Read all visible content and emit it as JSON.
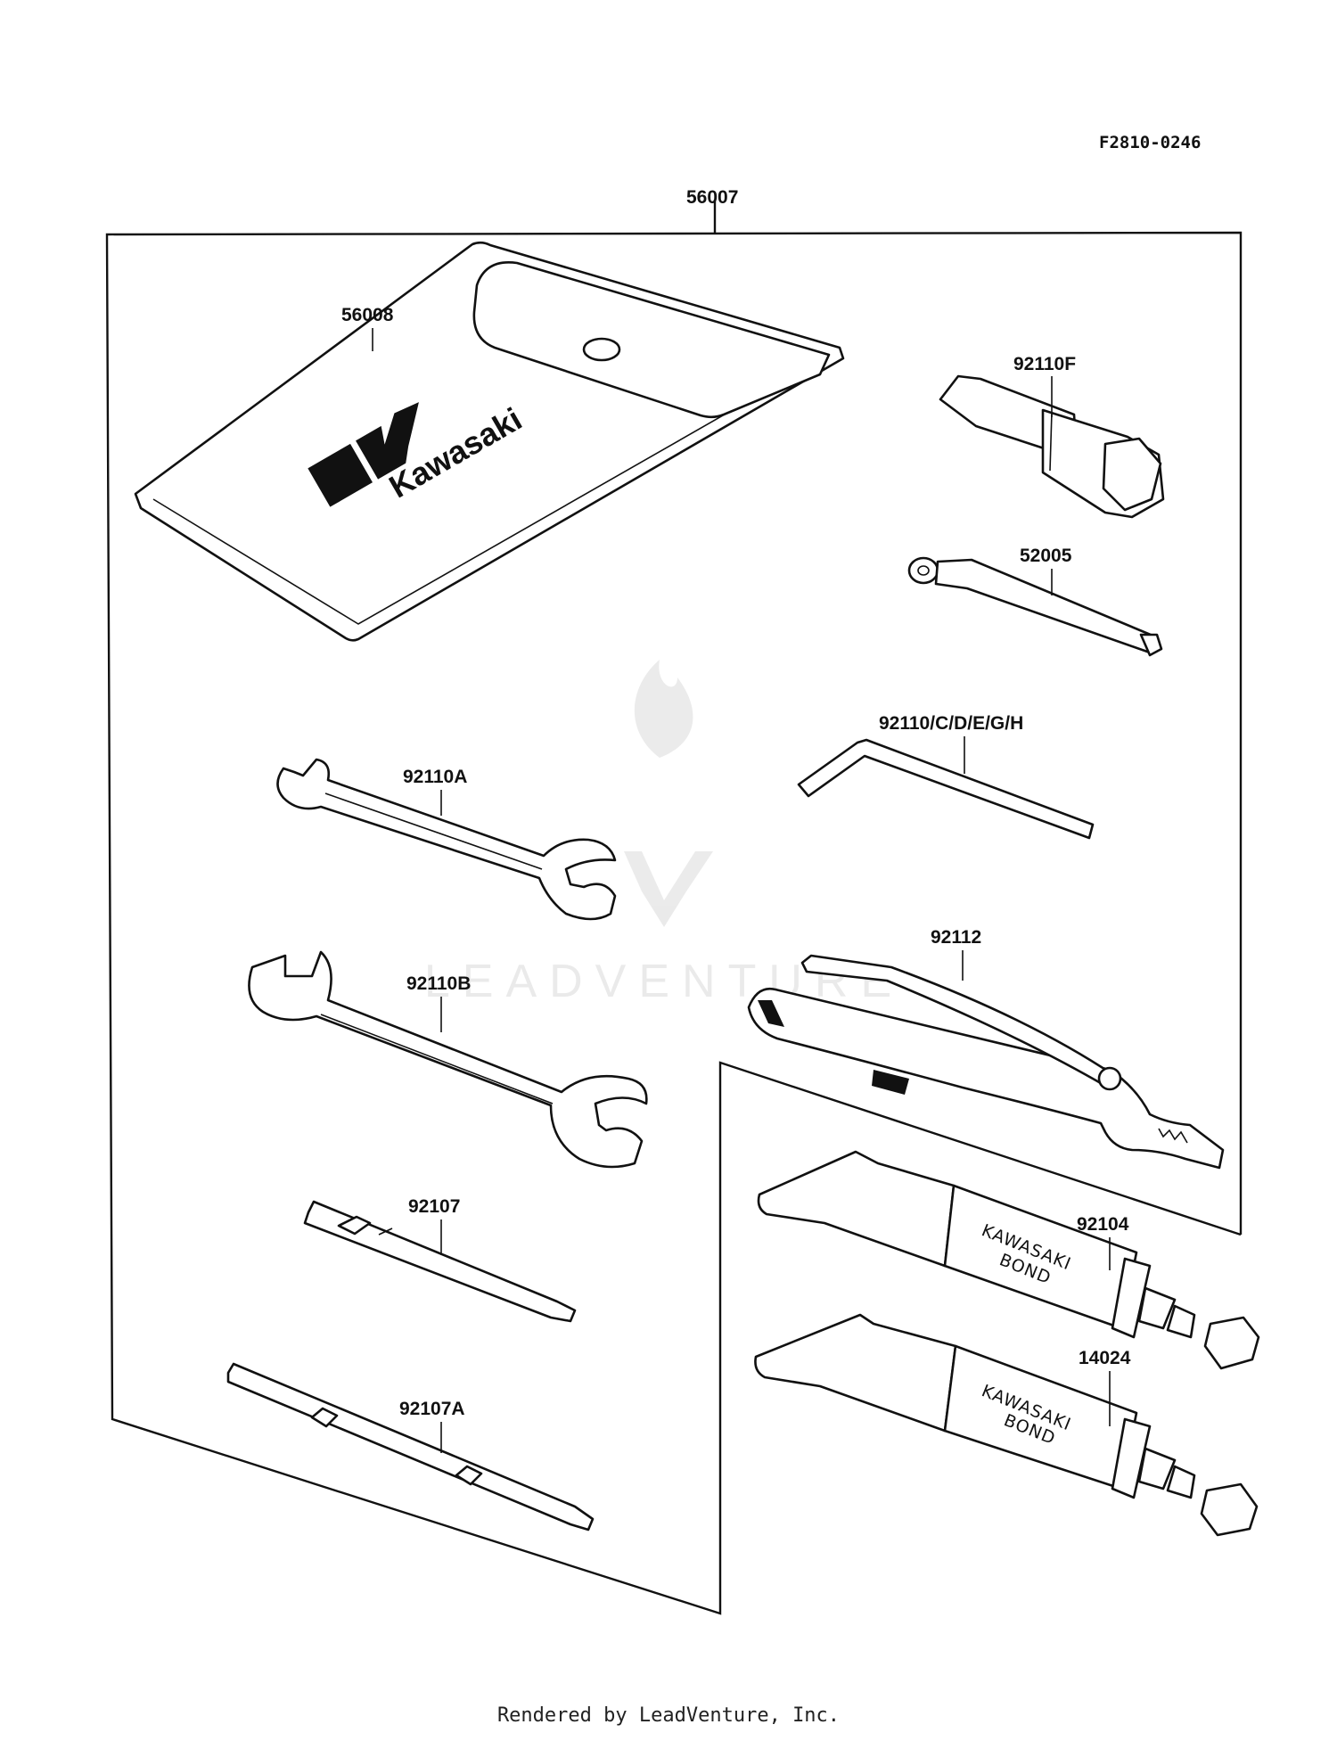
{
  "diagram": {
    "figure_code": "F2810-0246",
    "parts": [
      {
        "id": "56007"
      },
      {
        "id": "56008"
      },
      {
        "id": "92110F"
      },
      {
        "id": "52005"
      },
      {
        "id": "92110/C/D/E/G/H"
      },
      {
        "id": "92110A"
      },
      {
        "id": "92110B"
      },
      {
        "id": "92112"
      },
      {
        "id": "92107"
      },
      {
        "id": "92107A"
      },
      {
        "id": "92104"
      },
      {
        "id": "14024"
      }
    ],
    "pouch_logo_text": "Kawasaki",
    "tube_label_line1": "KAWASAKI",
    "tube_label_line2": "BOND",
    "watermark_text": "LEADVENTURE",
    "footer": "Rendered by LeadVenture, Inc."
  }
}
